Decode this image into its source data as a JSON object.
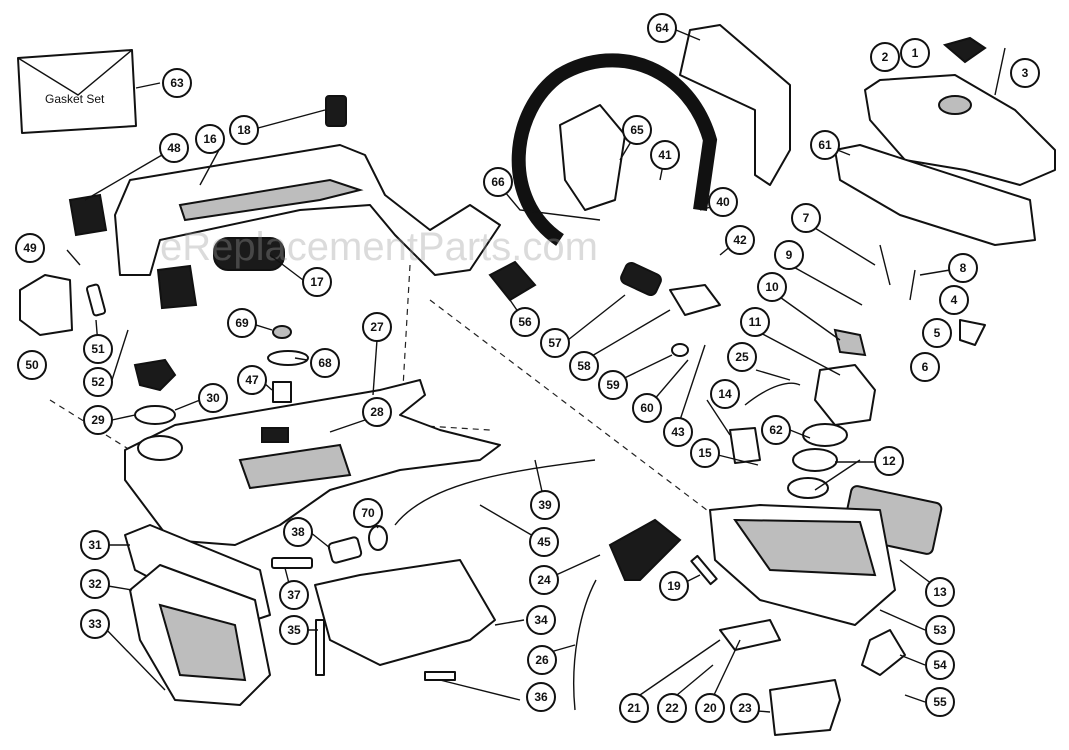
{
  "diagram": {
    "watermark": "eReplacementParts.com",
    "gasket_set_label": "Gasket Set",
    "callouts": [
      "1",
      "2",
      "3",
      "4",
      "5",
      "6",
      "7",
      "8",
      "9",
      "10",
      "11",
      "12",
      "13",
      "14",
      "15",
      "16",
      "17",
      "18",
      "19",
      "20",
      "21",
      "22",
      "23",
      "24",
      "25",
      "26",
      "27",
      "28",
      "29",
      "30",
      "31",
      "32",
      "33",
      "34",
      "35",
      "36",
      "37",
      "38",
      "39",
      "40",
      "41",
      "42",
      "43",
      "45",
      "47",
      "48",
      "49",
      "50",
      "51",
      "52",
      "53",
      "54",
      "55",
      "56",
      "57",
      "58",
      "59",
      "60",
      "61",
      "62",
      "63",
      "64",
      "65",
      "66",
      "68",
      "69",
      "70"
    ]
  }
}
